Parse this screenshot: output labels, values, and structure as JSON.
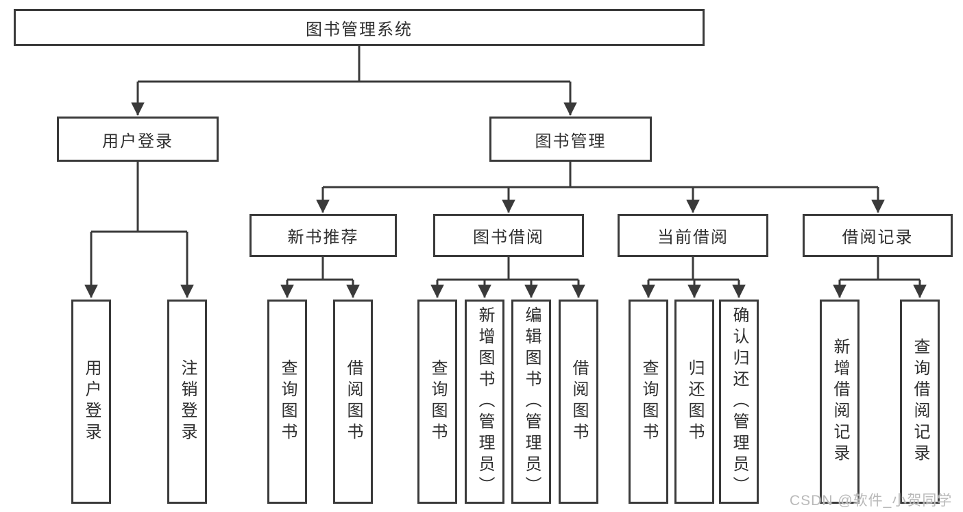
{
  "colors": {
    "line": "#3a3a3a",
    "text": "#2f2f2f",
    "watermark": "#b9b9b9"
  },
  "watermark": "CSDN @软件_小贺同学",
  "tree": {
    "root": "图书管理系统",
    "children": [
      {
        "label": "用户登录",
        "children": [
          "用户登录",
          "注销登录"
        ]
      },
      {
        "label": "图书管理",
        "children": [
          {
            "label": "新书推荐",
            "children": [
              "查询图书",
              "借阅图书"
            ]
          },
          {
            "label": "图书借阅",
            "children": [
              "查询图书",
              "新增图书（管理员）",
              "编辑图书（管理员）",
              "借阅图书"
            ]
          },
          {
            "label": "当前借阅",
            "children": [
              "查询图书",
              "归还图书",
              "确认归还（管理员）"
            ]
          },
          {
            "label": "借阅记录",
            "children": [
              "新增借阅记录",
              "查询借阅记录"
            ]
          }
        ]
      }
    ]
  }
}
